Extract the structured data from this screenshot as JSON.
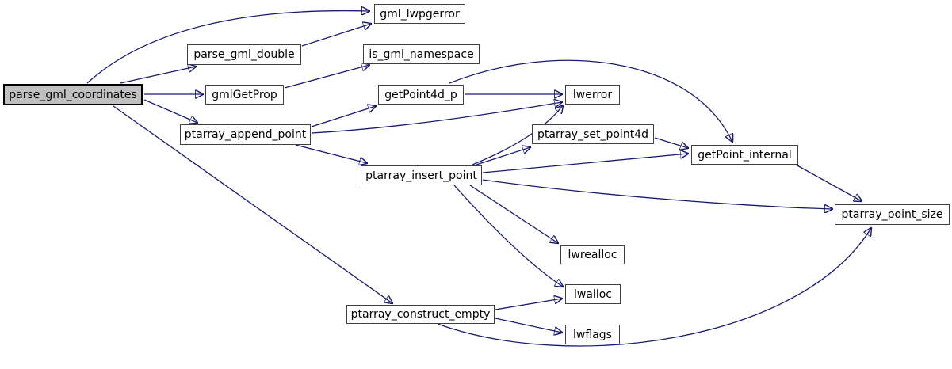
{
  "diagram": {
    "kind": "doxygen-call-graph",
    "root_function": "parse_gml_coordinates",
    "colors": {
      "edge": "#191970",
      "node_border": "#3f3f3f",
      "node_fill": "#ffffff",
      "root_fill": "#c0c0c0",
      "text": "#000000"
    },
    "nodes": [
      {
        "id": "parse_gml_coordinates",
        "label": "parse_gml_coordinates"
      },
      {
        "id": "parse_gml_double",
        "label": "parse_gml_double"
      },
      {
        "id": "gmlGetProp",
        "label": "gmlGetProp"
      },
      {
        "id": "ptarray_append_point",
        "label": "ptarray_append_point"
      },
      {
        "id": "gml_lwpgerror",
        "label": "gml_lwpgerror"
      },
      {
        "id": "is_gml_namespace",
        "label": "is_gml_namespace"
      },
      {
        "id": "getPoint4d_p",
        "label": "getPoint4d_p"
      },
      {
        "id": "lwerror",
        "label": "lwerror"
      },
      {
        "id": "ptarray_set_point4d",
        "label": "ptarray_set_point4d"
      },
      {
        "id": "ptarray_insert_point",
        "label": "ptarray_insert_point"
      },
      {
        "id": "getPoint_internal",
        "label": "getPoint_internal"
      },
      {
        "id": "ptarray_point_size",
        "label": "ptarray_point_size"
      },
      {
        "id": "lwrealloc",
        "label": "lwrealloc"
      },
      {
        "id": "lwalloc",
        "label": "lwalloc"
      },
      {
        "id": "ptarray_construct_empty",
        "label": "ptarray_construct_empty"
      },
      {
        "id": "lwflags",
        "label": "lwflags"
      }
    ],
    "edges": [
      {
        "from": "parse_gml_coordinates",
        "to": "gml_lwpgerror"
      },
      {
        "from": "parse_gml_coordinates",
        "to": "parse_gml_double"
      },
      {
        "from": "parse_gml_coordinates",
        "to": "gmlGetProp"
      },
      {
        "from": "parse_gml_coordinates",
        "to": "ptarray_append_point"
      },
      {
        "from": "parse_gml_coordinates",
        "to": "ptarray_construct_empty"
      },
      {
        "from": "parse_gml_double",
        "to": "gml_lwpgerror"
      },
      {
        "from": "gmlGetProp",
        "to": "is_gml_namespace"
      },
      {
        "from": "ptarray_append_point",
        "to": "getPoint4d_p"
      },
      {
        "from": "ptarray_append_point",
        "to": "lwerror"
      },
      {
        "from": "ptarray_append_point",
        "to": "ptarray_insert_point"
      },
      {
        "from": "getPoint4d_p",
        "to": "lwerror"
      },
      {
        "from": "getPoint4d_p",
        "to": "getPoint_internal"
      },
      {
        "from": "ptarray_insert_point",
        "to": "lwerror"
      },
      {
        "from": "ptarray_insert_point",
        "to": "ptarray_set_point4d"
      },
      {
        "from": "ptarray_insert_point",
        "to": "getPoint_internal"
      },
      {
        "from": "ptarray_insert_point",
        "to": "ptarray_point_size"
      },
      {
        "from": "ptarray_insert_point",
        "to": "lwrealloc"
      },
      {
        "from": "ptarray_insert_point",
        "to": "lwalloc"
      },
      {
        "from": "ptarray_set_point4d",
        "to": "getPoint_internal"
      },
      {
        "from": "getPoint_internal",
        "to": "ptarray_point_size"
      },
      {
        "from": "ptarray_construct_empty",
        "to": "lwalloc"
      },
      {
        "from": "ptarray_construct_empty",
        "to": "lwflags"
      },
      {
        "from": "ptarray_construct_empty",
        "to": "ptarray_point_size"
      }
    ]
  }
}
